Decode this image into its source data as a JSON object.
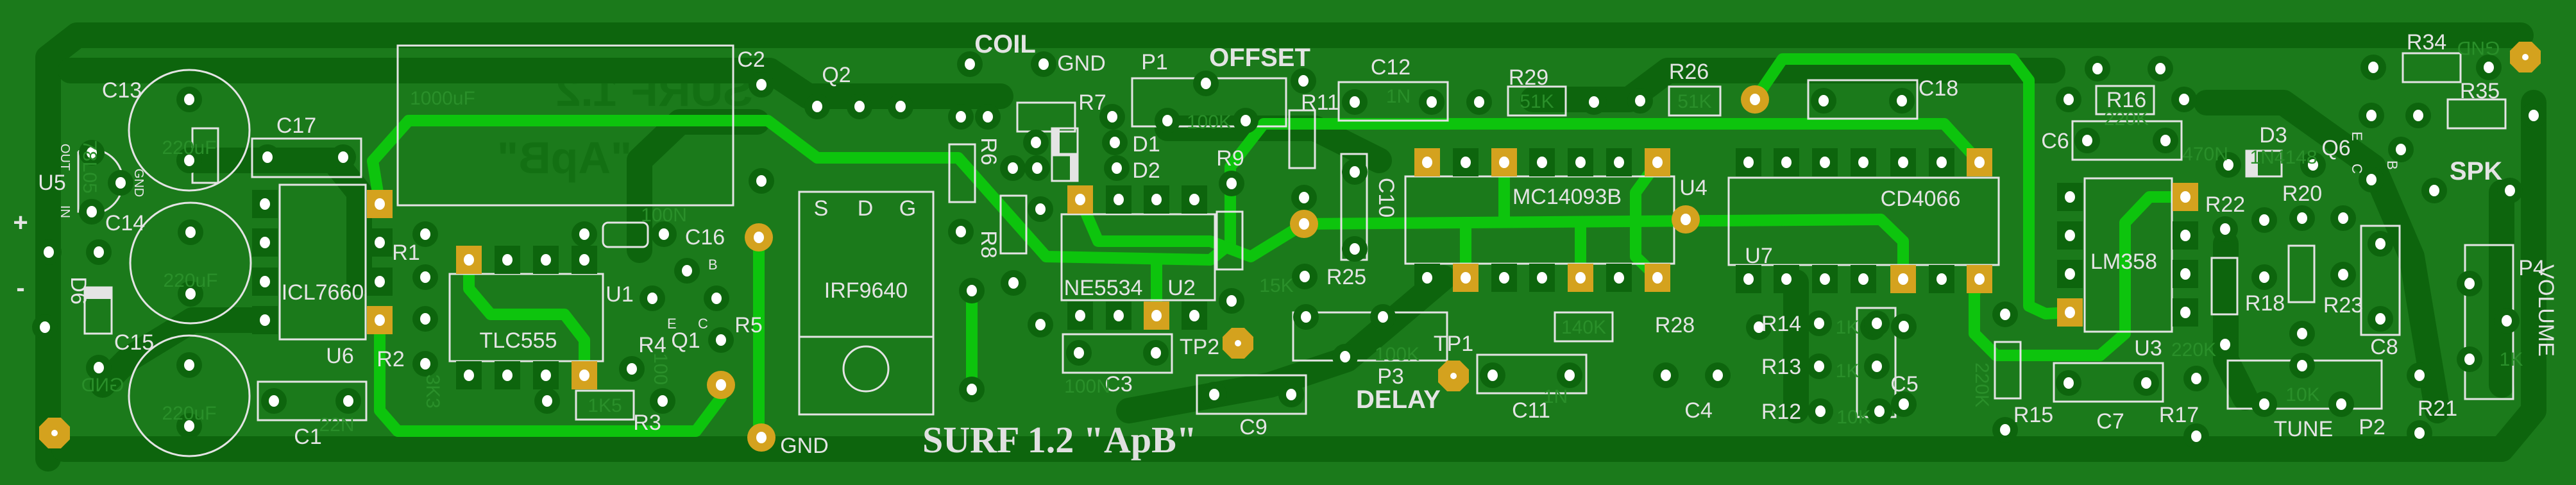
{
  "board": {
    "title": "SURF 1.2 \"ApB\"",
    "mirrored_title": "SURF 1.2",
    "mirrored_subtitle": "\"ApB\"",
    "colors": {
      "board": "#1b7a1b",
      "dark_trace": "#0d650d",
      "bright_trace": "#0dc40d",
      "pad_gold": "#d4a21e",
      "silkscreen": "#e4e4e4"
    }
  },
  "connectors": {
    "coil": "COIL",
    "gnd_coil": "GND",
    "offset": "OFFSET",
    "delay": "DELAY",
    "spk": "SPK",
    "volume": "VOLUME",
    "tune": "TUNE",
    "gnd_bottom": "GND",
    "gnd_left": "GND",
    "gnd_right": "GND",
    "plus": "+",
    "minus": "-",
    "tp1": "TP1",
    "tp2": "TP2"
  },
  "ics": {
    "u6": {
      "ref": "U6",
      "part": "ICL7660"
    },
    "u1": {
      "ref": "U1",
      "part": "TLC555"
    },
    "u2": {
      "ref": "U2",
      "part": "NE5534"
    },
    "u4": {
      "ref": "U4",
      "part": "MC14093B"
    },
    "u7": {
      "ref": "U7",
      "part": "CD4066"
    },
    "u3": {
      "ref": "U3",
      "part": "LM358"
    },
    "u5": {
      "ref": "U5",
      "part": "78L05",
      "out": "OUT",
      "gnd": "GND",
      "in": "IN"
    },
    "q2": {
      "ref": "Q2",
      "part": "IRF9640",
      "s": "S",
      "d": "D",
      "g": "G"
    },
    "q1": {
      "ref": "Q1",
      "b": "B",
      "e": "E",
      "c": "C"
    },
    "q6": {
      "ref": "Q6",
      "e": "E",
      "c": "C",
      "b": "B"
    }
  },
  "refs": {
    "c1": "C1",
    "c2": "C2",
    "c3": "C3",
    "c4": "C4",
    "c5": "C5",
    "c6": "C6",
    "c7": "C7",
    "c8": "C8",
    "c9": "C9",
    "c10": "C10",
    "c11": "C11",
    "c12": "C12",
    "c13": "C13",
    "c14": "C14",
    "c15": "C15",
    "c16": "C16",
    "c17": "C17",
    "c18": "C18",
    "r1": "R1",
    "r2": "R2",
    "r3": "R3",
    "r4": "R4",
    "r5": "R5",
    "r6": "R6",
    "r7": "R7",
    "r8": "R8",
    "r9": "R9",
    "r11": "R11",
    "r12": "R12",
    "r13": "R13",
    "r14": "R14",
    "r15": "R15",
    "r16": "R16",
    "r17": "R17",
    "r18": "R18",
    "r20": "R20",
    "r21": "R21",
    "r22": "R22",
    "r23": "R23",
    "r25": "R25",
    "r26": "R26",
    "r28": "R28",
    "r29": "R29",
    "r34": "R34",
    "r35": "R35",
    "d1": "D1",
    "d2": "D2",
    "d3": "D3",
    "d6": "D6",
    "p1": "P1",
    "p2": "P2",
    "p3": "P3",
    "p4": "P4"
  },
  "values": {
    "c13": "220uF",
    "c14": "220uF",
    "c15": "220uF",
    "c16": "100N",
    "c3": "100N",
    "c1": "22N",
    "r3": "1K5",
    "r2": "3K3",
    "r4": "100",
    "p1": "100K",
    "p3": "100K",
    "c12": "1N",
    "c11": "1N",
    "r29": "51K",
    "r26": "51K",
    "r25": "15K",
    "r28": "140K",
    "r14": "1K",
    "r13": "1K",
    "r12": "10K",
    "p2": "10K",
    "p4": "1K",
    "r16": "220K",
    "r15": "220K",
    "r17": "220K",
    "c6": "470N",
    "d3": "1N4148",
    "c2": "1000uF"
  }
}
